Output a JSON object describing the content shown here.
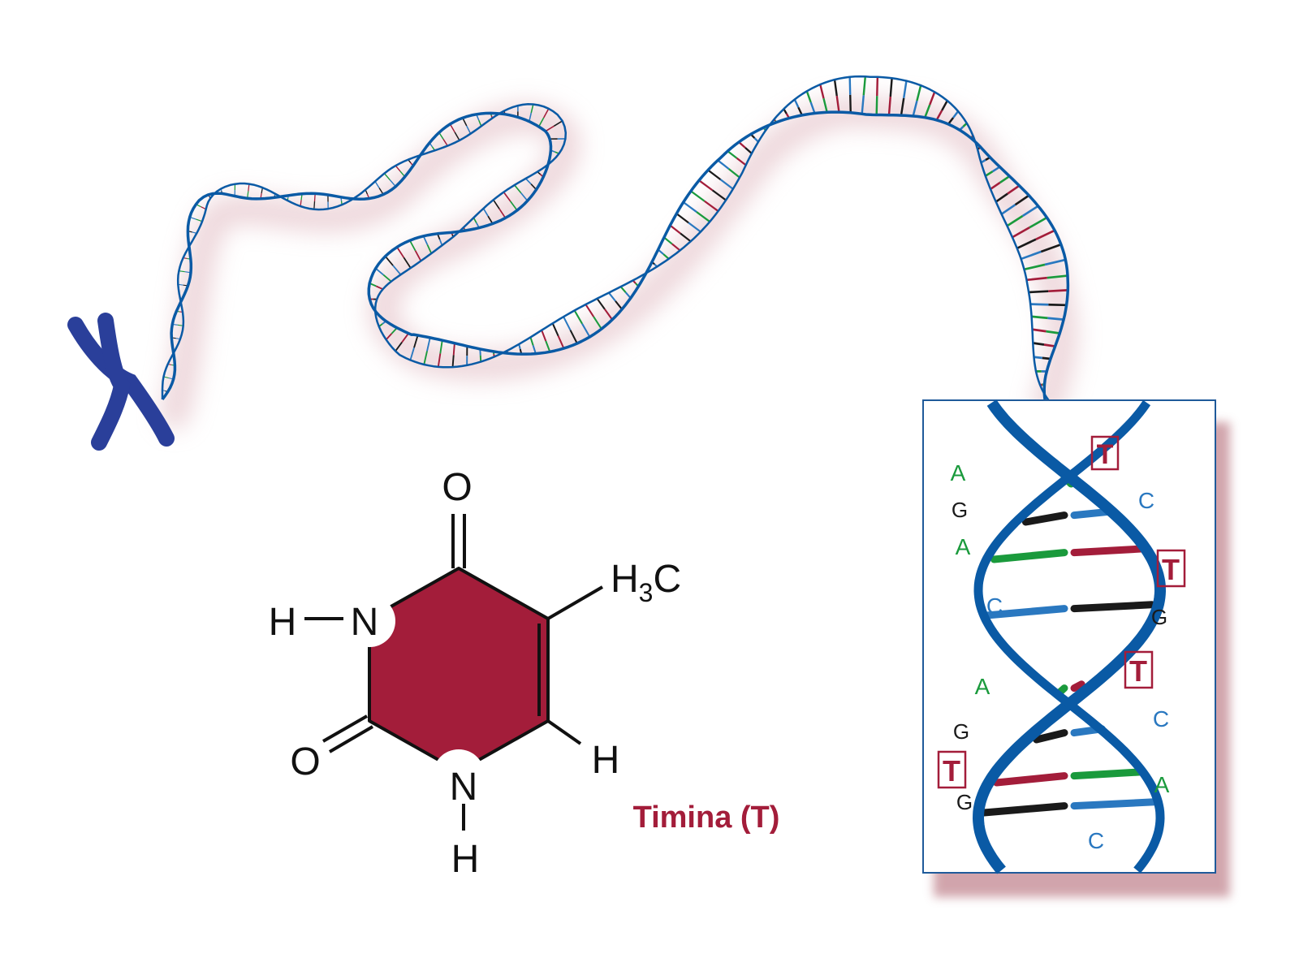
{
  "molecule": {
    "caption": "Timina (T)",
    "atoms": {
      "o_top": "O",
      "o_left": "O",
      "n_left": "N",
      "n_bottom": "N",
      "h_on_n_left": "H",
      "h_on_n_bottom": "H",
      "h_right": "H",
      "methyl_prefix": "H",
      "methyl_sub": "3",
      "methyl_suffix": "C"
    }
  },
  "base_pairs": [
    {
      "left": "A",
      "right": "T",
      "boxed": "right"
    },
    {
      "left": "G",
      "right": "C",
      "boxed": "none"
    },
    {
      "left": "A",
      "right": "T",
      "boxed": "right"
    },
    {
      "left": "C",
      "right": "G",
      "boxed": "none"
    },
    {
      "left": "A",
      "right": "T",
      "boxed": "right"
    },
    {
      "left": "G",
      "right": "C",
      "boxed": "none"
    },
    {
      "left": "T",
      "right": "A",
      "boxed": "left"
    },
    {
      "left": "G",
      "right": "C",
      "boxed": "none"
    }
  ],
  "colors": {
    "strand": "#0a5aa5",
    "chromosome": "#2a3f9a",
    "adenine": "#1a9a3c",
    "thymine": "#a31d3a",
    "guanine": "#1a1a1a",
    "cytosine": "#2a78c0",
    "ring_fill": "#a31d3a",
    "shadow": "#c9959e",
    "box_border": "#1f5a9a"
  }
}
